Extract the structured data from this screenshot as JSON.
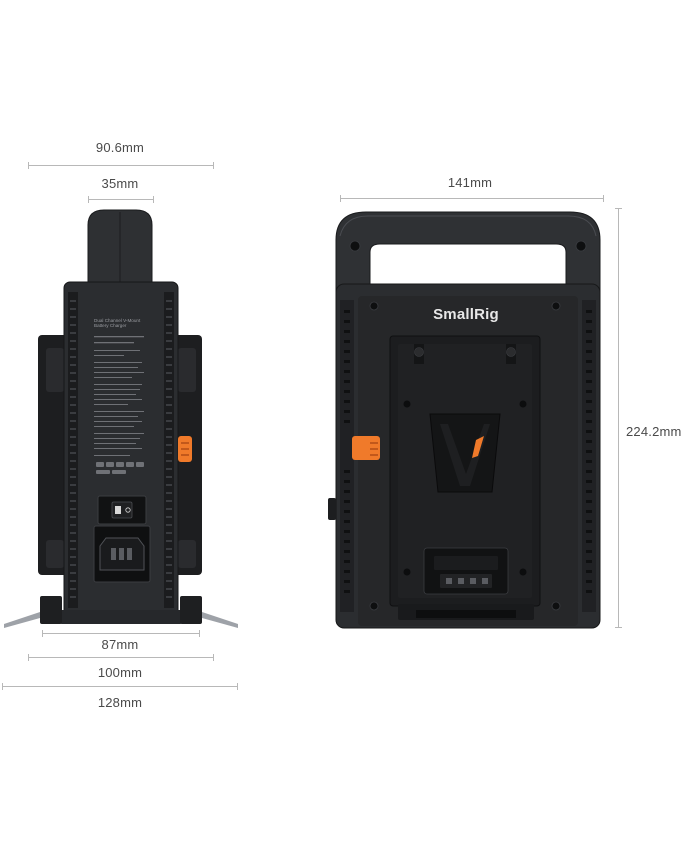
{
  "dimensions": {
    "side_total_depth": "90.6mm",
    "handle_width": "35mm",
    "base_width": "87mm",
    "body_width": "100mm",
    "overall_width": "128mm",
    "front_width": "141mm",
    "front_height": "224.2mm"
  },
  "brand": {
    "name": "SmallRig"
  },
  "label": {
    "lines": [
      "Dual Channel V-Mount",
      "Battery Charger"
    ]
  },
  "colors": {
    "body": "#2b2d30",
    "body_dark": "#1a1b1d",
    "plate": "#222325",
    "accent_orange": "#f07a2a",
    "dim_line": "#b8b8b8"
  }
}
